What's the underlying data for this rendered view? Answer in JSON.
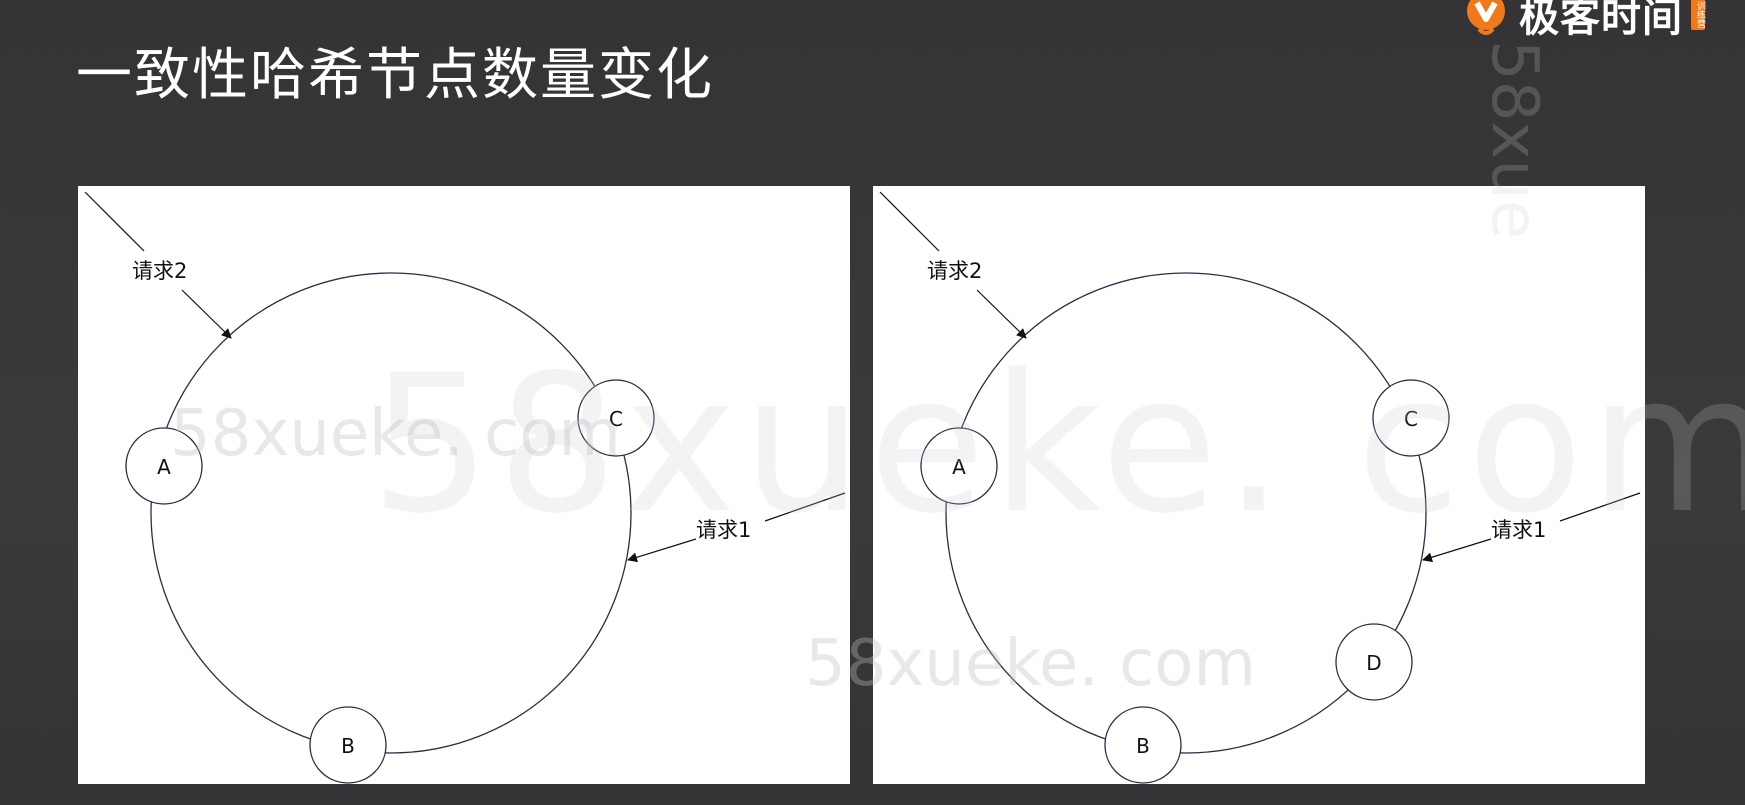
{
  "slide": {
    "title": "一致性哈希节点数量变化"
  },
  "brand": {
    "name": "极客时间",
    "badge": "训练营",
    "logo_icon": "geektime-logo-icon",
    "accent_color": "#f07a1a"
  },
  "watermark": {
    "text": "58xueke. com",
    "vertical_text": "58xue"
  },
  "diagrams": {
    "before": {
      "nodes": [
        "A",
        "C",
        "B"
      ],
      "requests": [
        "请求2",
        "请求1"
      ]
    },
    "after": {
      "nodes": [
        "A",
        "C",
        "D",
        "B"
      ],
      "requests": [
        "请求2",
        "请求1"
      ]
    }
  }
}
